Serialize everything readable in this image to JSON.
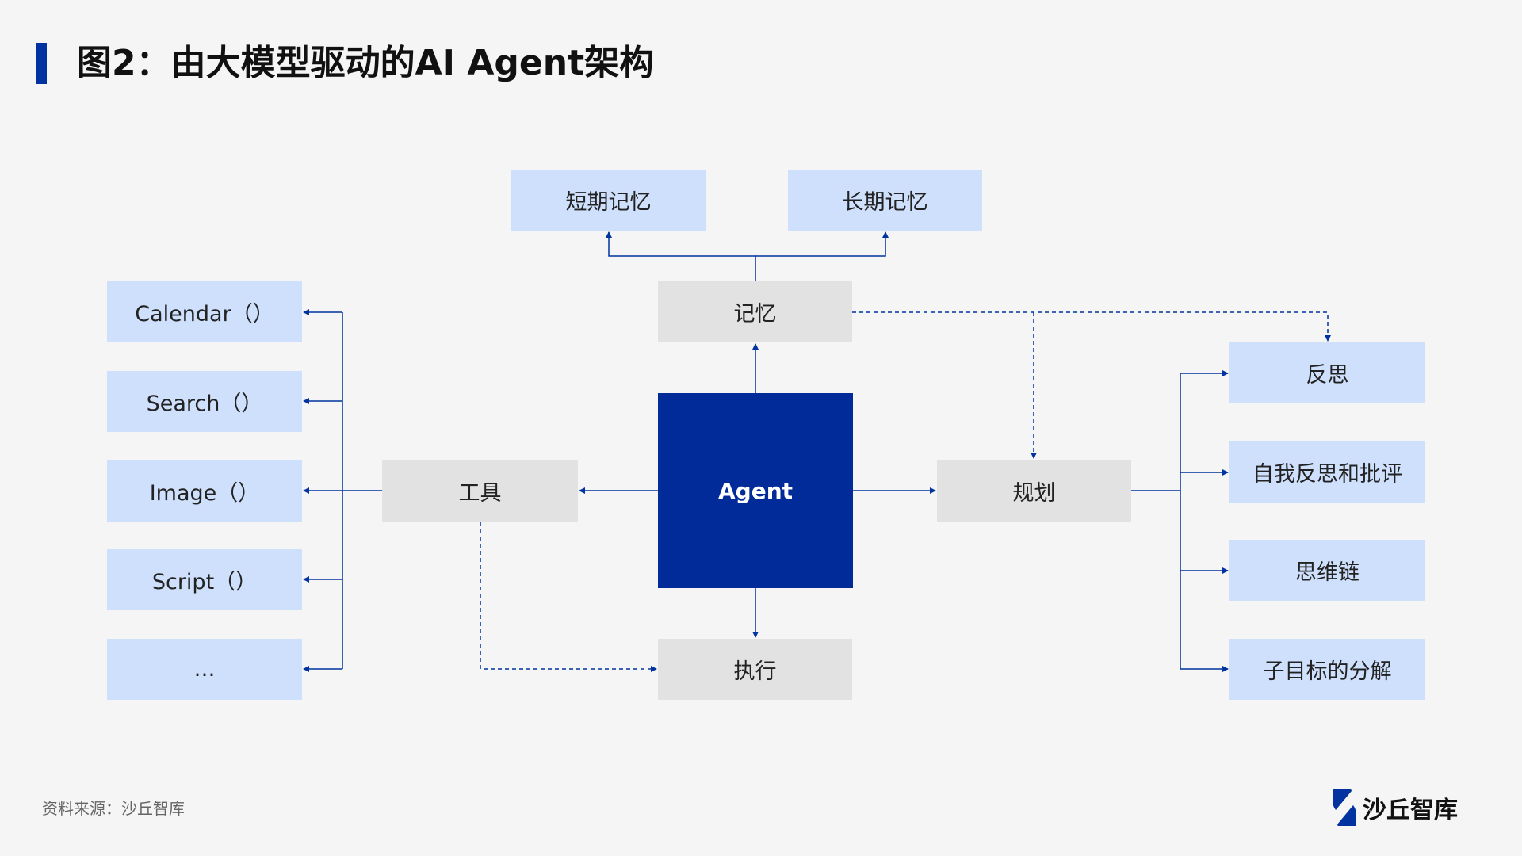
{
  "title": "图2：由大模型驱动的AI Agent架构",
  "nodes": {
    "agent": "Agent",
    "memory": "记忆",
    "short_term_memory": "短期记忆",
    "long_term_memory": "长期记忆",
    "tools": "工具",
    "planning": "规划",
    "action": "执行"
  },
  "tool_items": [
    "Calendar（）",
    "Search（）",
    "Image（）",
    "Script（）",
    "…"
  ],
  "planning_items": [
    "反思",
    "自我反思和批评",
    "思维链",
    "子目标的分解"
  ],
  "footer": {
    "source": "资料来源：沙丘智库"
  },
  "logo": {
    "text": "沙丘智库"
  },
  "colors": {
    "accent": "#002b98",
    "light_box": "#cfe0fc",
    "gray_box": "#e2e2e2",
    "background": "#f5f5f5"
  }
}
